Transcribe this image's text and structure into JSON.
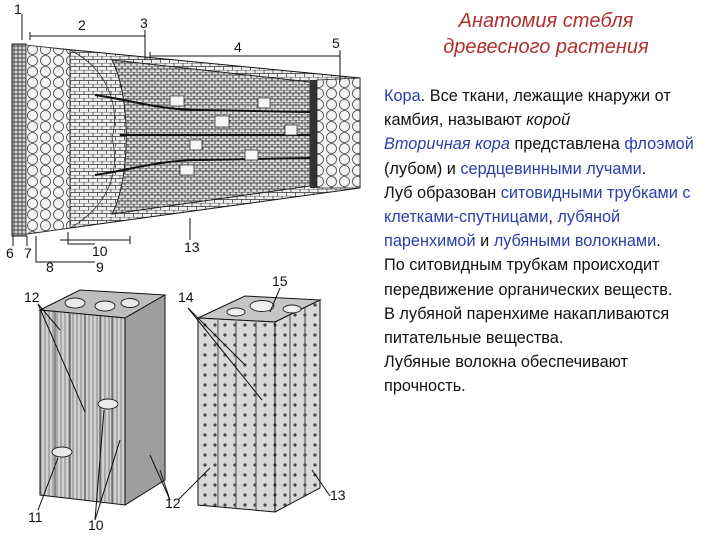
{
  "title": {
    "line1": "Анатомия стебля",
    "line2": "древесного растения"
  },
  "paragraphs": [
    {
      "s1": "Кора",
      "s2": ". Все ткани, лежащие кнаружи от камбия, называют ",
      "s3": "корой"
    },
    {
      "s1": "Вторичная кора",
      "s2": " представлена ",
      "s3": "флоэмой",
      "s4": " (лубом) и ",
      "s5": "сердцевинными лучами",
      "s6": "."
    },
    {
      "s1": "Луб образован ",
      "s2": "ситовидными трубками с клетками-спутницами",
      "s3": ", ",
      "s4": "лубяной паренхимой",
      "s5": " и ",
      "s6": "лубяными волокнами",
      "s7": "."
    },
    {
      "s1": "По ситовидным трубкам происходит передвижение органических веществ."
    },
    {
      "s1": "В лубяной паренхиме накапливаются питательные вещества."
    },
    {
      "s1": "Лубяные волокна обеспечивают прочность."
    }
  ],
  "figure_labels": {
    "top": [
      "1",
      "2",
      "3",
      "4",
      "5"
    ],
    "bottom": [
      "6",
      "7",
      "8",
      "9",
      "10",
      "13"
    ],
    "left_block": [
      "12",
      "11",
      "10"
    ],
    "right_block": [
      "14",
      "15",
      "12",
      "13"
    ]
  },
  "colors": {
    "title": "#b03030",
    "highlight": "#2a3ea8",
    "text": "#111111"
  }
}
